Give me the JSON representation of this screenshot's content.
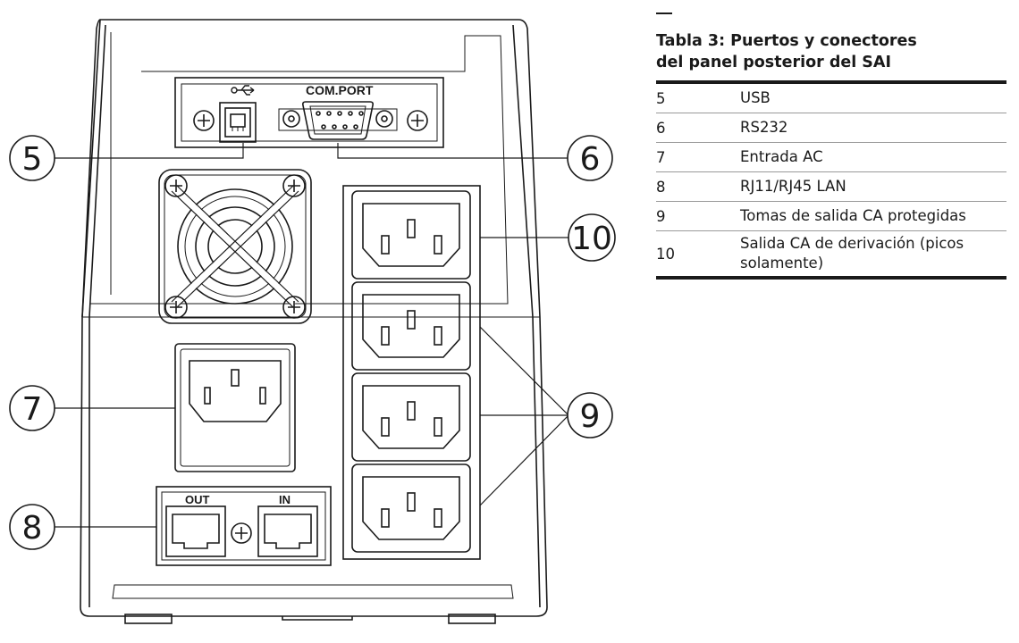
{
  "diagram": {
    "usb_symbol": "usb-icon",
    "com_port_label": "COM.PORT",
    "rj_out_label": "OUT",
    "rj_in_label": "IN",
    "callouts": [
      "5",
      "6",
      "7",
      "8",
      "9",
      "10"
    ]
  },
  "table": {
    "title_line1": "Tabla 3: Puertos y conectores",
    "title_line2": "del panel posterior del SAI",
    "rows": [
      {
        "num": "5",
        "desc": "USB"
      },
      {
        "num": "6",
        "desc": "RS232"
      },
      {
        "num": "7",
        "desc": "Entrada AC"
      },
      {
        "num": "8",
        "desc": "RJ11/RJ45 LAN"
      },
      {
        "num": "9",
        "desc": "Tomas de salida CA protegidas"
      },
      {
        "num": "10",
        "desc": "Salida CA de derivación (picos solamente)"
      }
    ]
  }
}
